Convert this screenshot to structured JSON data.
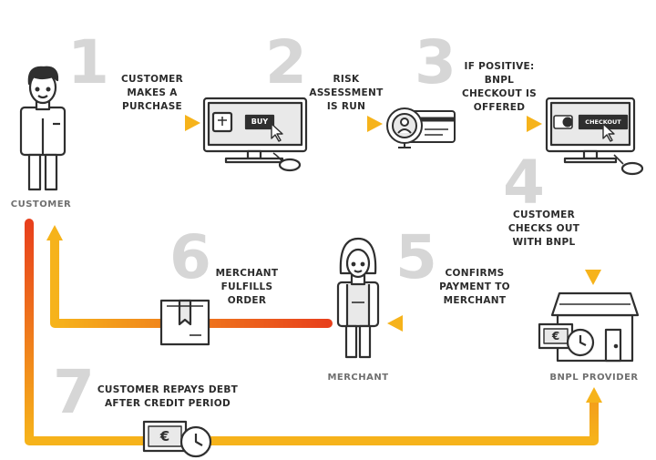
{
  "colors": {
    "arrow_start": "#e8401c",
    "arrow_end": "#f6b31b",
    "outline": "#2f2f2f",
    "grey_number": "#d6d6d6",
    "icon_fill": "#e9e9e9"
  },
  "steps": [
    {
      "number": "1",
      "lines": [
        "CUSTOMER",
        "MAKES A",
        "PURCHASE"
      ]
    },
    {
      "number": "2",
      "lines": [
        "RISK",
        "ASSESSMENT",
        "IS RUN"
      ]
    },
    {
      "number": "3",
      "lines": [
        "IF POSITIVE:",
        "BNPL",
        "CHECKOUT IS",
        "OFFERED"
      ]
    },
    {
      "number": "4",
      "lines": [
        "CUSTOMER",
        "CHECKS OUT",
        "WITH BNPL"
      ]
    },
    {
      "number": "5",
      "lines": [
        "CONFIRMS",
        "PAYMENT TO",
        "MERCHANT"
      ]
    },
    {
      "number": "6",
      "lines": [
        "MERCHANT",
        "FULFILLS",
        "ORDER"
      ]
    },
    {
      "number": "7",
      "lines": [
        "CUSTOMER REPAYS DEBT",
        "AFTER CREDIT PERIOD"
      ]
    }
  ],
  "roles": {
    "customer": "CUSTOMER",
    "merchant": "MERCHANT",
    "provider": "BNPL PROVIDER"
  },
  "screens": {
    "buy_button": "BUY",
    "checkout_button": "CHECKOUT"
  },
  "symbols": {
    "currency": "€"
  },
  "icons": [
    "customer-person-icon",
    "computer-buy-icon",
    "credit-card-scan-icon",
    "computer-checkout-icon",
    "shop-building-icon",
    "merchant-person-icon",
    "package-box-icon",
    "money-clock-icon"
  ]
}
